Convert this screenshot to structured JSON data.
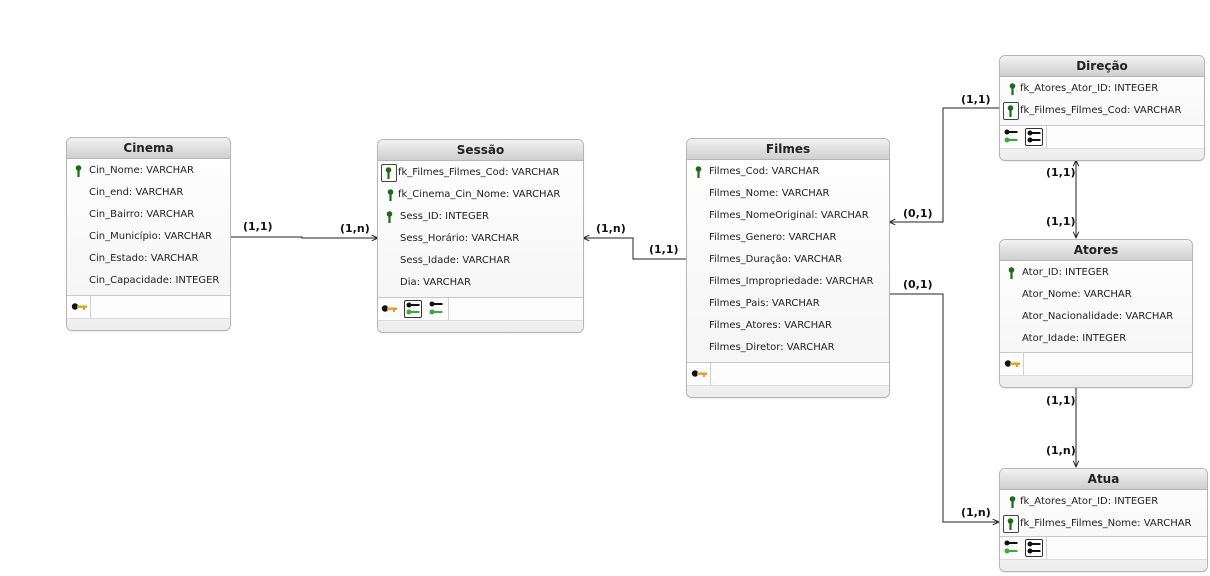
{
  "entities": {
    "cinema": {
      "title": "Cinema",
      "attributes": [
        "Cin_Nome: VARCHAR",
        "Cin_end: VARCHAR",
        "Cin_Bairro: VARCHAR",
        "Cin_Município: VARCHAR",
        "Cin_Estado: VARCHAR",
        "Cin_Capacidade: INTEGER"
      ]
    },
    "sessao": {
      "title": "Sessão",
      "attributes": [
        "fk_Filmes_Filmes_Cod: VARCHAR",
        "fk_Cinema_Cin_Nome: VARCHAR",
        "Sess_ID: INTEGER",
        "Sess_Horário: VARCHAR",
        "Sess_Idade: VARCHAR",
        "Dia: VARCHAR"
      ]
    },
    "filmes": {
      "title": "Filmes",
      "attributes": [
        "Filmes_Cod: VARCHAR",
        "Filmes_Nome: VARCHAR",
        "Filmes_NomeOriginal: VARCHAR",
        "Filmes_Genero: VARCHAR",
        "Filmes_Duração: VARCHAR",
        "Filmes_Impropriedade: VARCHAR",
        "Filmes_Pais: VARCHAR",
        "Filmes_Atores: VARCHAR",
        "Filmes_Diretor: VARCHAR"
      ]
    },
    "direcao": {
      "title": "Direção",
      "attributes": [
        "fk_Atores_Ator_ID: INTEGER",
        "fk_Filmes_Filmes_Cod: VARCHAR"
      ]
    },
    "atores": {
      "title": "Atores",
      "attributes": [
        "Ator_ID: INTEGER",
        "Ator_Nome: VARCHAR",
        "Ator_Nacionalidade: VARCHAR",
        "Ator_Idade: INTEGER"
      ]
    },
    "atua": {
      "title": "Atua",
      "attributes": [
        "fk_Atores_Ator_ID: INTEGER",
        "fk_Filmes_Filmes_Nome: VARCHAR"
      ]
    }
  },
  "cardinalities": {
    "cinema_side": "(1,1)",
    "sessao_from_cinema": "(1,n)",
    "sessao_from_filmes": "(1,n)",
    "filmes_to_sessao": "(1,1)",
    "filmes_to_direcao": "(0,1)",
    "direcao_to_filmes": "(1,1)",
    "direcao_to_atores": "(1,1)",
    "atores_to_direcao": "(1,1)",
    "atores_to_atua": "(1,1)",
    "atua_from_atores": "(1,n)",
    "filmes_to_atua": "(0,1)",
    "atua_from_filmes": "(1,n)"
  },
  "icons": {
    "primary_key": "key-icon",
    "index": "key-index-icon",
    "pk_color": "#2a7a2a",
    "key_gold": "#e0a020",
    "key_green": "#3aaa3a"
  }
}
